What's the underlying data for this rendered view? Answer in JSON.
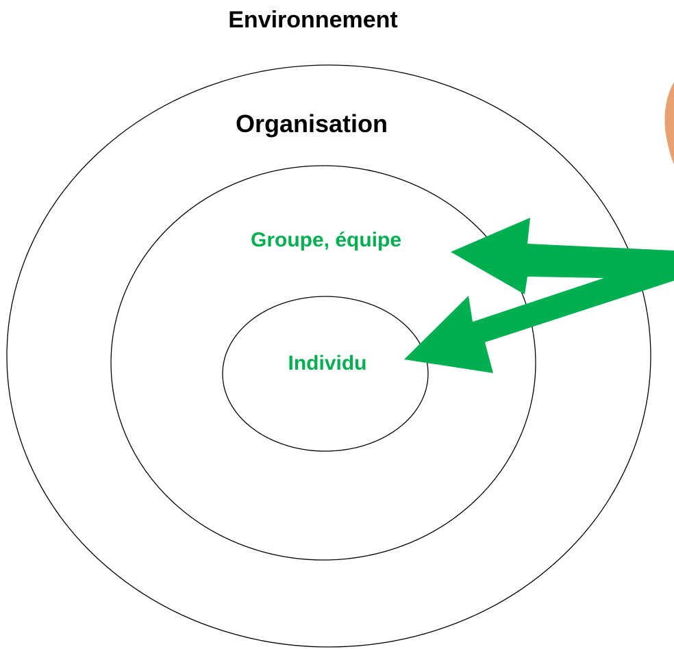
{
  "labels": {
    "environment": "Environnement",
    "organisation": "Organisation",
    "group": "Groupe, équipe",
    "individual": "Individu"
  },
  "colors": {
    "highlight": "#00b050",
    "text": "#000000",
    "stroke": "#000000",
    "background": "#ffffff",
    "decor": "#e8a070"
  }
}
